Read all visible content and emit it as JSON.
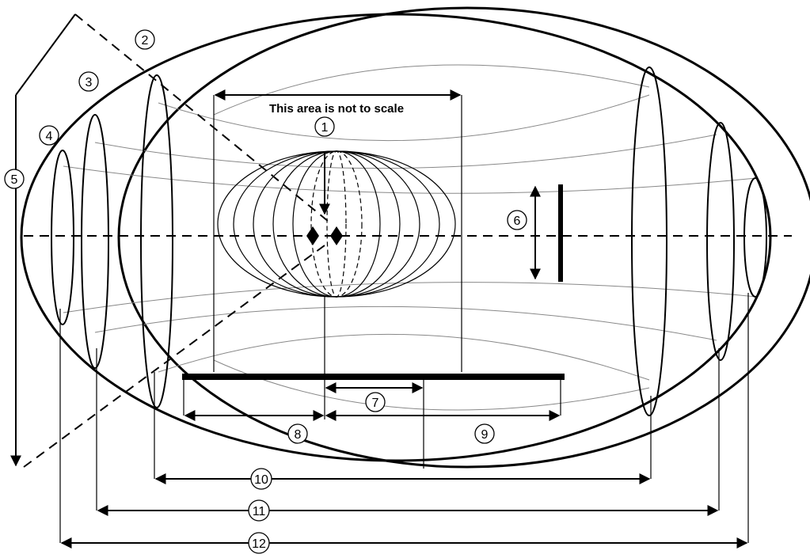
{
  "diagram": {
    "title_note": "This area is not to scale",
    "labels": [
      "1",
      "2",
      "3",
      "4",
      "5",
      "6",
      "7",
      "8",
      "9",
      "10",
      "11",
      "12"
    ]
  }
}
